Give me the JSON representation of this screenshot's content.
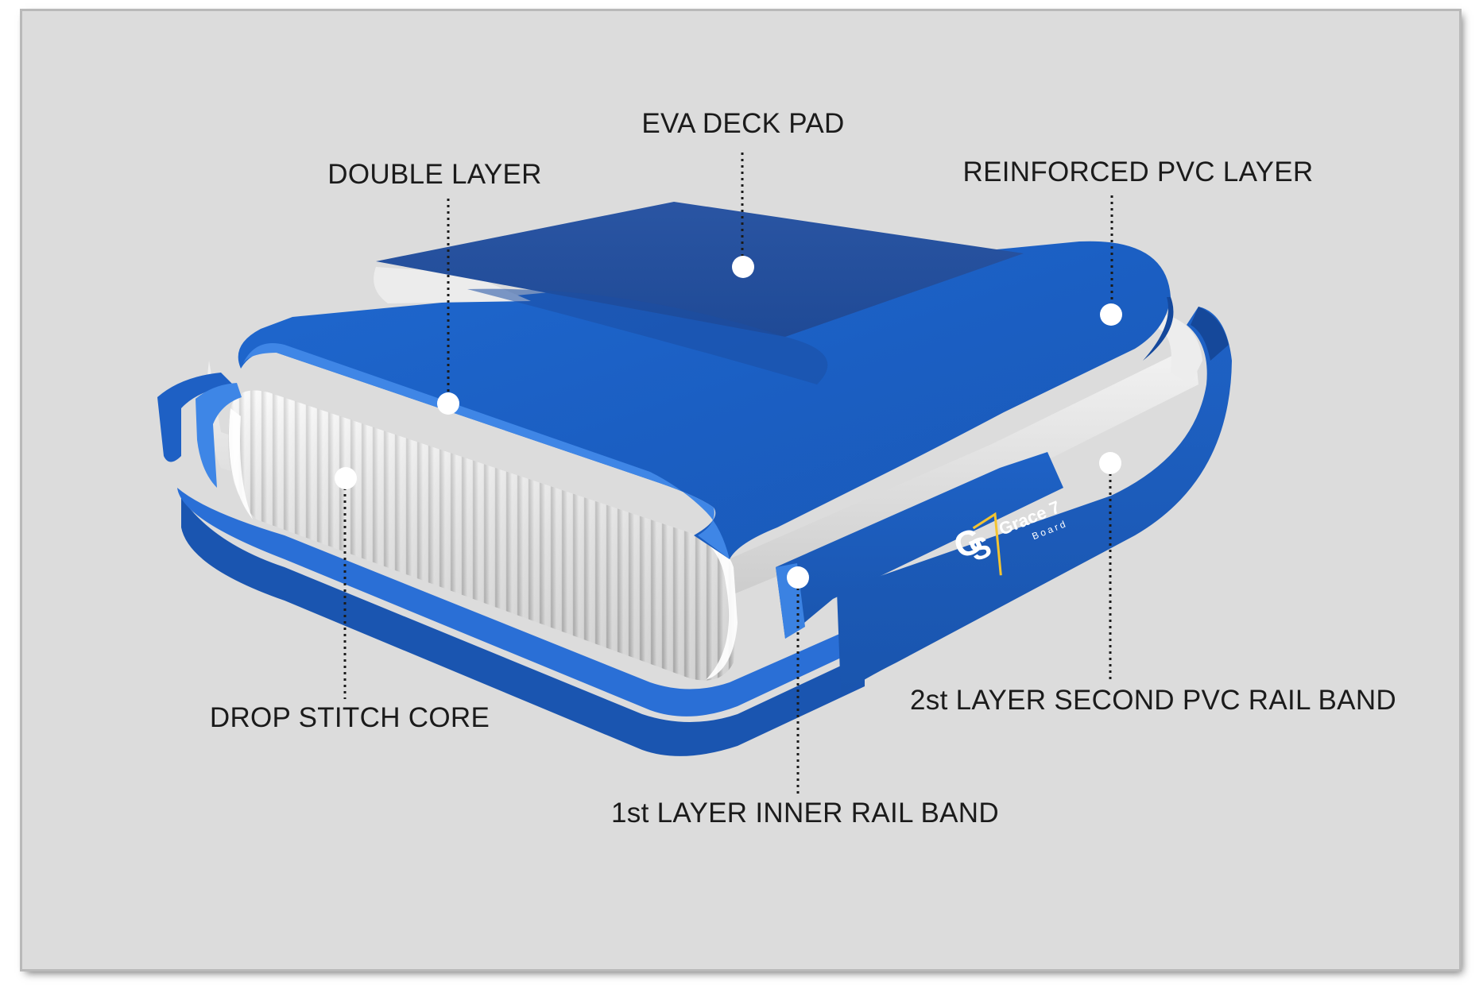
{
  "labels": {
    "eva_deck_pad": "EVA DECK PAD",
    "double_layer": "DOUBLE LAYER",
    "reinforced_pvc_layer": "REINFORCED PVC LAYER",
    "drop_stitch_core": "DROP STITCH CORE",
    "second_layer_rail_band": "2st LAYER SECOND PVC RAIL BAND",
    "first_layer_inner_rail_band": "1st LAYER INNER RAIL BAND"
  },
  "logo": {
    "brand": "Grace 7",
    "sub": "Board"
  },
  "colors": {
    "background": "#dcdcdc",
    "deck_pad": "#244c95",
    "pvc_blue": "#1f63c8",
    "core": "#d7d7d7",
    "marker": "#ffffff",
    "leader": "#1b1b1b"
  }
}
